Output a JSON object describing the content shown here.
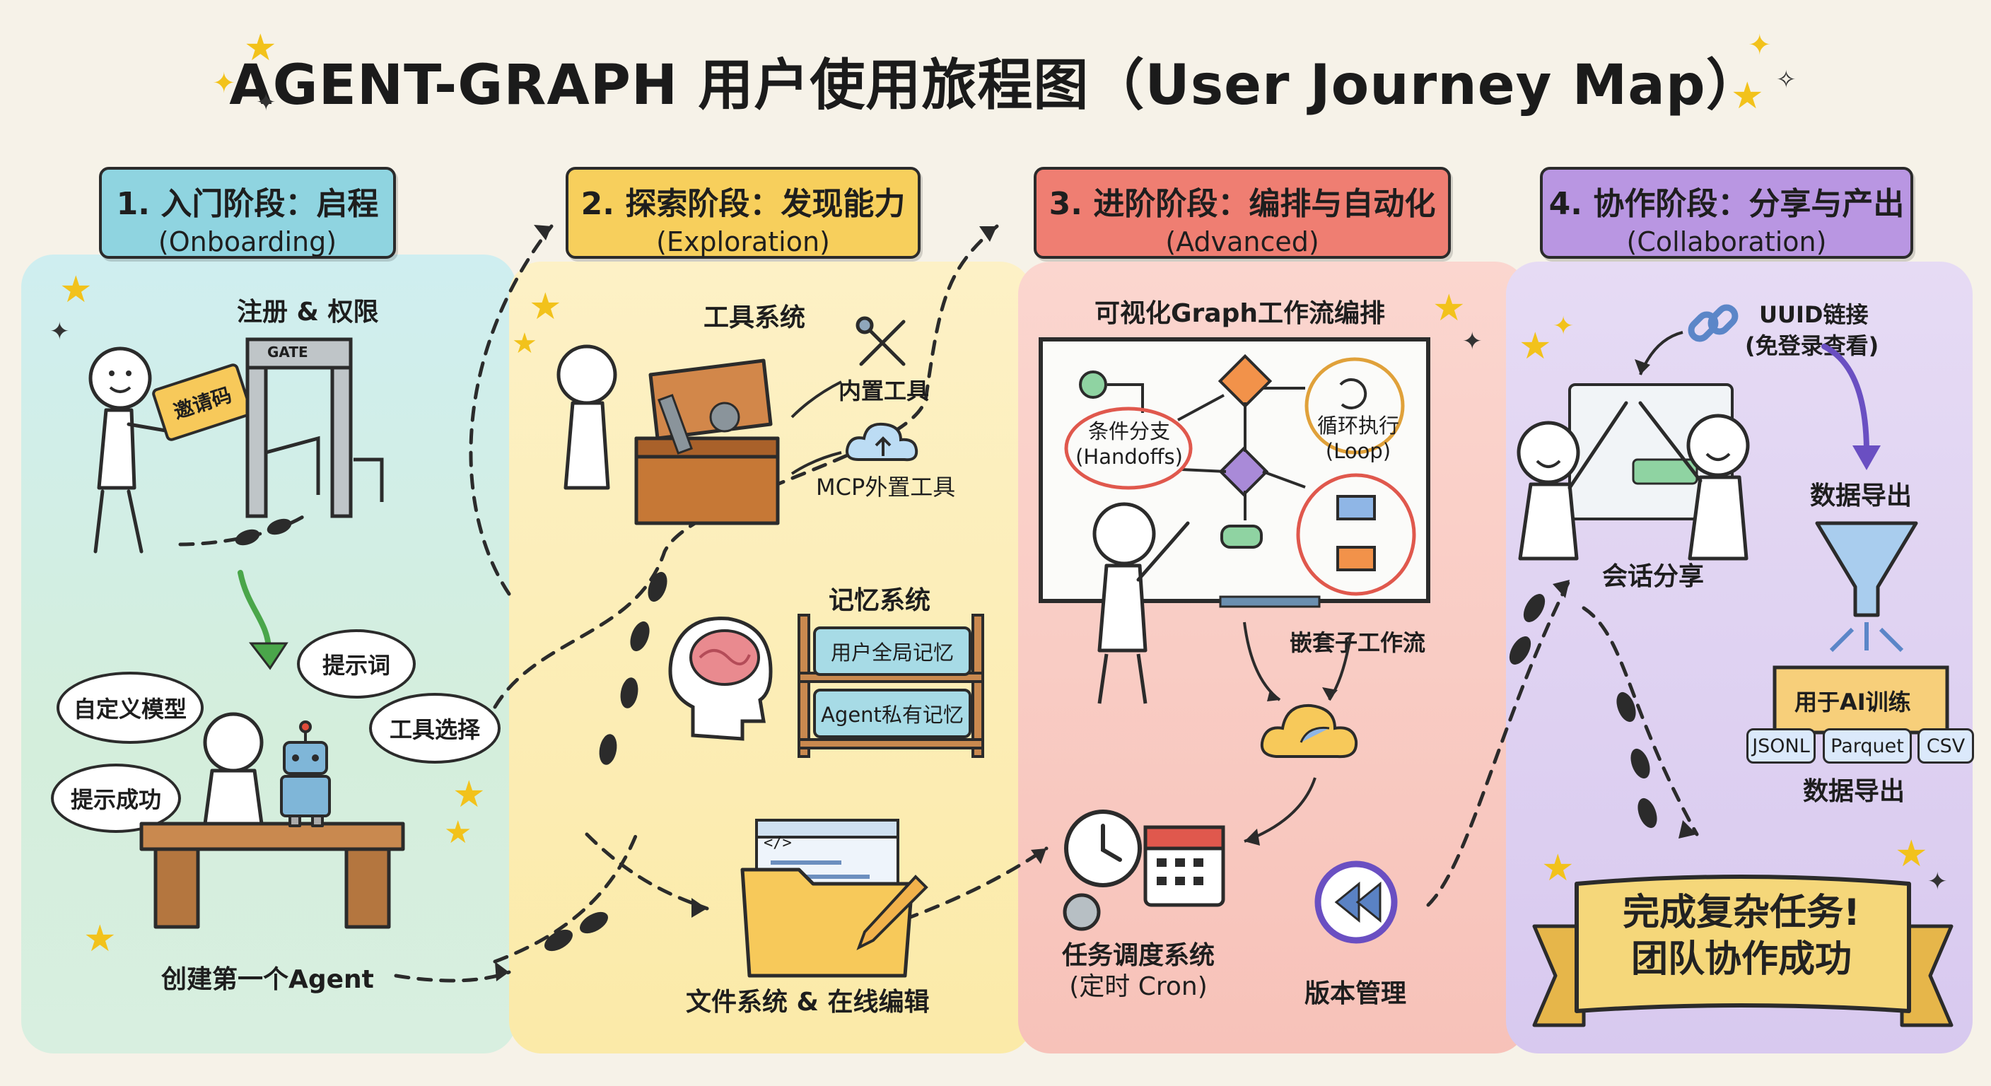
{
  "title": "AGENT-GRAPH 用户使用旅程图（User Journey Map）",
  "stages": [
    {
      "title": "1. 入门阶段：启程",
      "subtitle": "(Onboarding)",
      "color": "#8fd4e0"
    },
    {
      "title": "2. 探索阶段：发现能力",
      "subtitle": "(Exploration)",
      "color": "#f7cf5c"
    },
    {
      "title": "3. 进阶阶段：编排与自动化",
      "subtitle": "(Advanced)",
      "color": "#ef7e72"
    },
    {
      "title": "4. 协作阶段：分享与产出",
      "subtitle": "(Collaboration)",
      "color": "#b996e2"
    }
  ],
  "onboarding": {
    "register_label": "注册 & 权限",
    "ticket": "邀请码",
    "gate_sign": "GATE",
    "bubbles": [
      "提示词",
      "自定义模型",
      "工具选择",
      "提示成功"
    ],
    "create_agent": "创建第一个Agent"
  },
  "exploration": {
    "tool_system": "工具系统",
    "builtin_tools": "内置工具",
    "mcp_tools": "MCP外置工具",
    "memory_system": "记忆系统",
    "memory_items": [
      "用户全局记忆",
      "Agent私有记忆"
    ],
    "file_system": "文件系统 & 在线编辑",
    "code_glyph": "</>"
  },
  "advanced": {
    "graph_editor": "可视化Graph工作流编排",
    "branch": "条件分支",
    "branch_en": "(Handoffs)",
    "loop": "循环执行",
    "loop_en": "(Loop)",
    "nested": "嵌套子工作流",
    "scheduler": "任务调度系统",
    "scheduler_en": "(定时 Cron)",
    "version": "版本管理"
  },
  "collaboration": {
    "uuid_link": "UUID链接",
    "uuid_note": "(免登录查看)",
    "session_share": "会话分享",
    "data_export": "数据导出",
    "ai_training": "用于AI训练",
    "formats": [
      "JSONL",
      "Parquet",
      "CSV"
    ],
    "data_export_bottom": "数据导出",
    "banner": [
      "完成复杂任务!",
      "团队协作成功"
    ]
  },
  "icons": [
    "star-icon",
    "wrench-screwdriver-icon",
    "cloud-icon",
    "brain-icon",
    "folder-icon",
    "pencil-icon",
    "clock-icon",
    "calendar-icon",
    "gear-icon",
    "rewind-icon",
    "link-icon",
    "funnel-icon",
    "footprint-icon",
    "robot-icon",
    "toolbox-icon"
  ]
}
